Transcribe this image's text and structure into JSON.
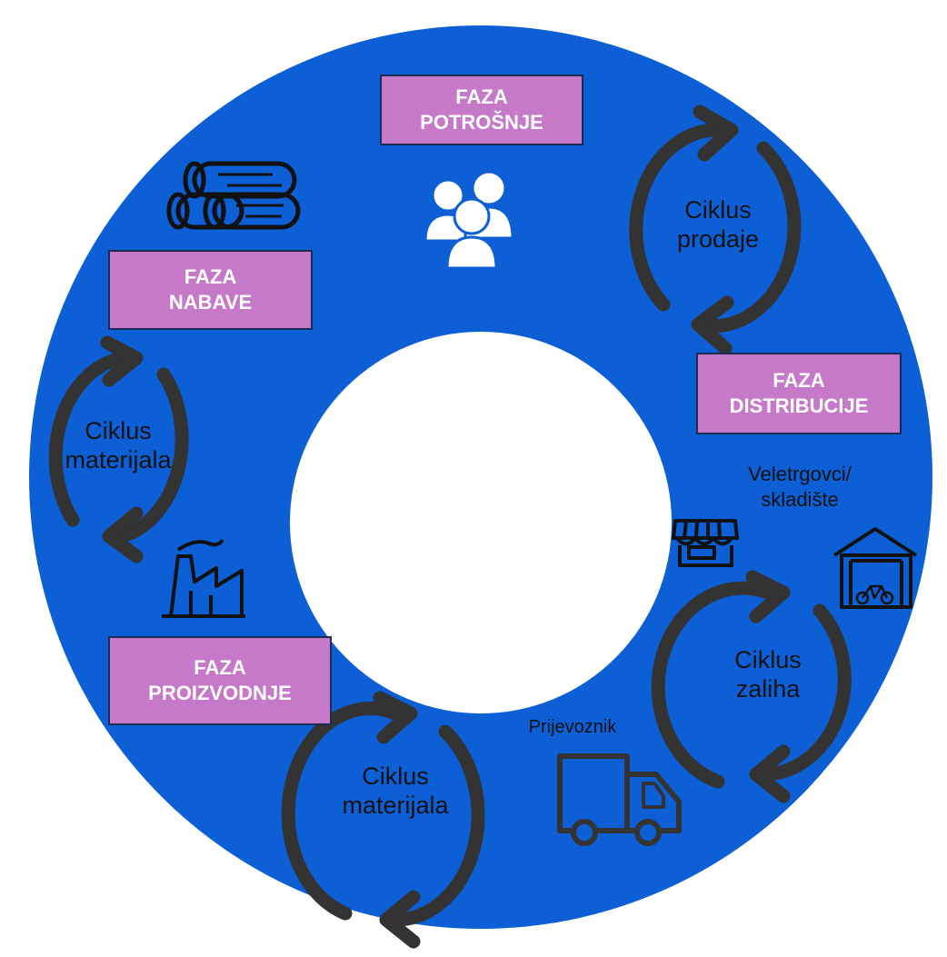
{
  "colors": {
    "ring": "#0d5fd6",
    "phase_box": "#c579c8",
    "phase_border": "#1b2b52",
    "phase_text": "#ffffff",
    "cycle_arrow": "#333333",
    "icon_stroke": "#111111",
    "people_icon": "#ffffff"
  },
  "phases": {
    "consumption": [
      "FAZA",
      "POTROŠNJE"
    ],
    "procurement": [
      "FAZA",
      "NABAVE"
    ],
    "distribution": [
      "FAZA",
      "DISTRIBUCIJE"
    ],
    "production": [
      "FAZA",
      "PROIZVODNJE"
    ]
  },
  "cycles": {
    "sales": [
      "Ciklus",
      "prodaje"
    ],
    "materials_left": [
      "Ciklus",
      "materijala"
    ],
    "materials_bottom": [
      "Ciklus",
      "materijala"
    ],
    "inventory": [
      "Ciklus",
      "zaliha"
    ]
  },
  "labels": {
    "wholesalers": [
      "Veletrgovci/",
      "skladište"
    ],
    "carrier": "Prijevoznik"
  },
  "icons": {
    "logs": "logs-icon",
    "people": "people-icon",
    "factory": "factory-icon",
    "store": "store-icon",
    "warehouse": "warehouse-bike-icon",
    "truck": "delivery-truck-icon"
  }
}
